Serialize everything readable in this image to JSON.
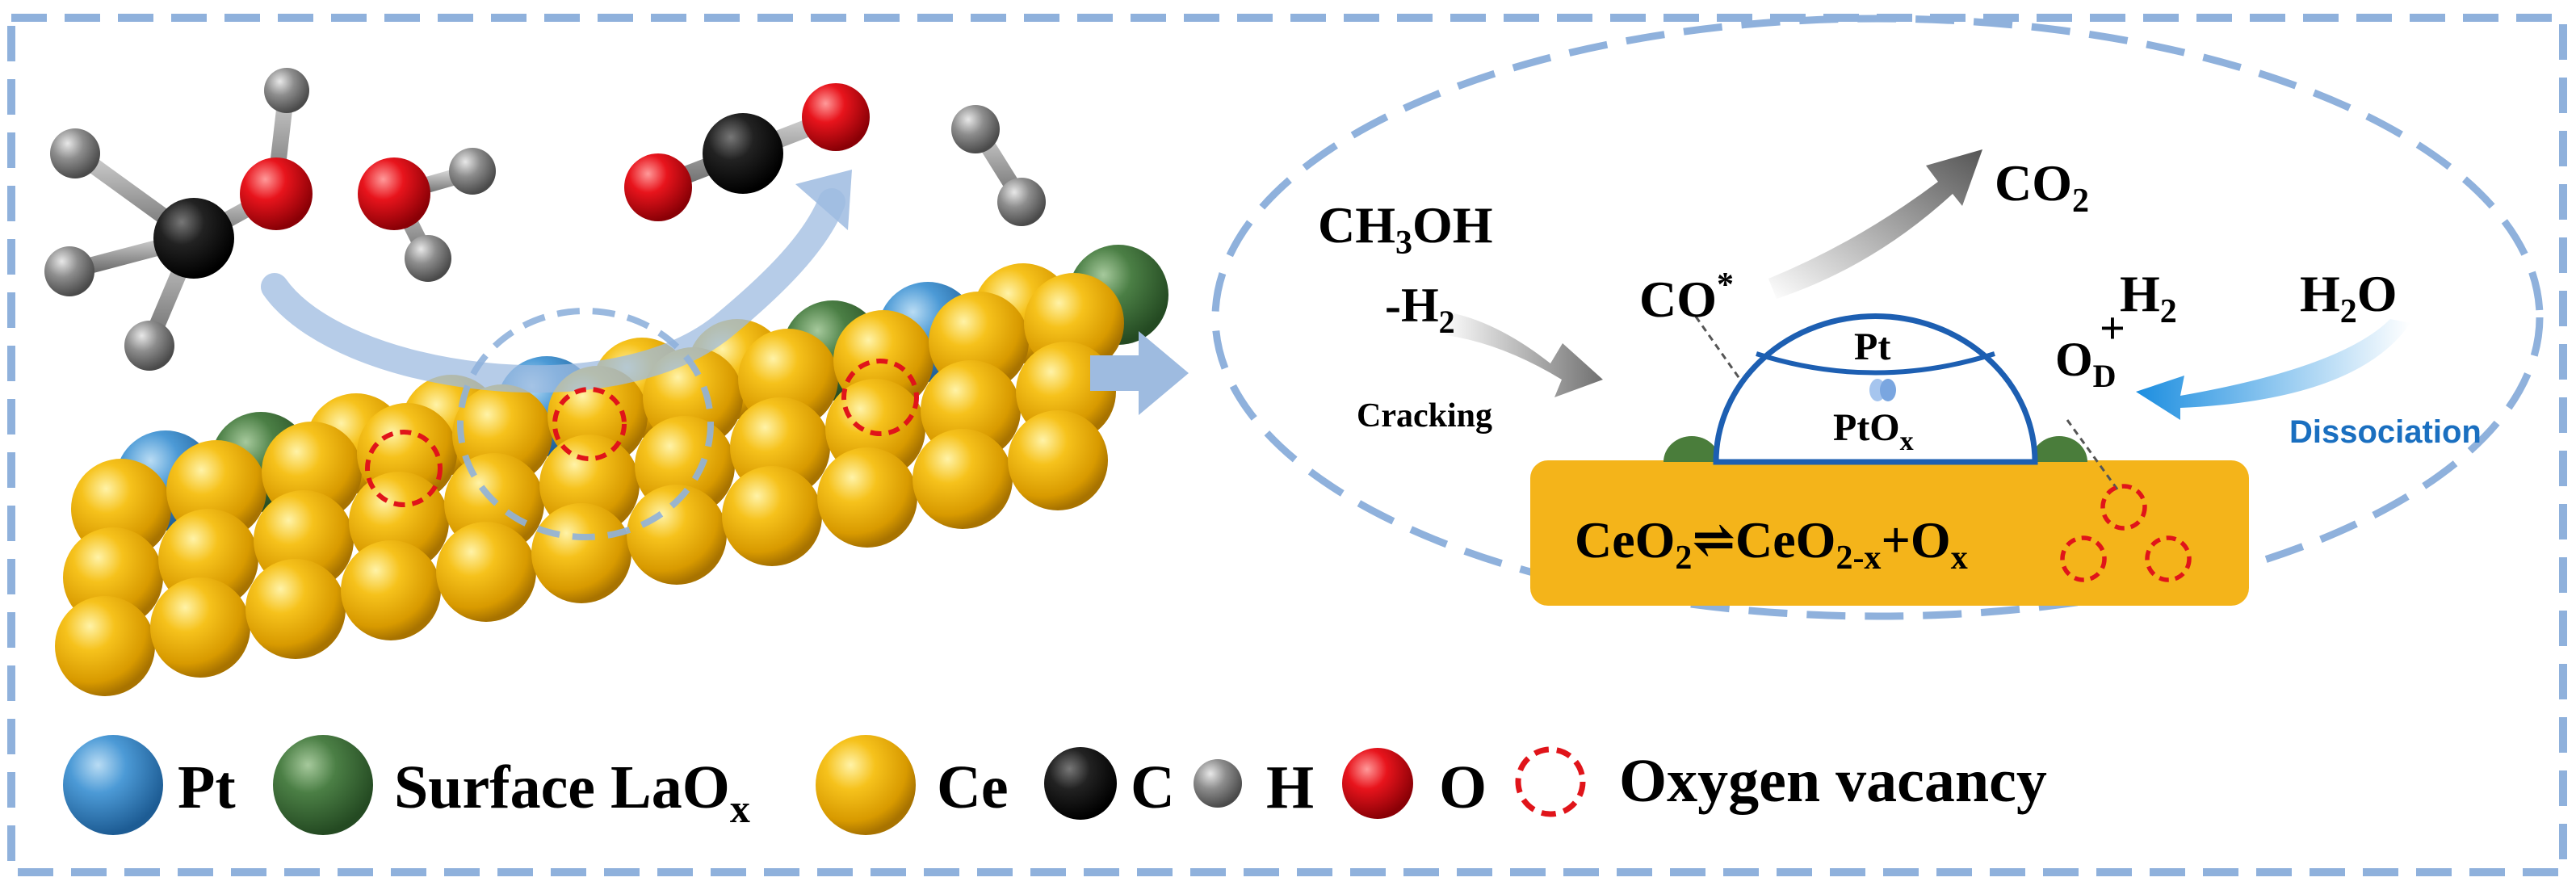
{
  "right_panel": {
    "ch3oh_main": "CH",
    "ch3oh_sub": "3",
    "ch3oh_tail": "OH",
    "minus_h2_main": "-H",
    "minus_h2_sub": "2",
    "cracking": "Cracking",
    "co_main": "CO",
    "co_sup": "*",
    "co2_main": "CO",
    "co2_sub": "2",
    "pt": "Pt",
    "ptox_main": "PtO",
    "ptox_sub": "x",
    "h2_main": "H",
    "h2_sub": "2",
    "od_main": "O",
    "od_sub": "D",
    "plus": "+",
    "h2o_h": "H",
    "h2o_sub": "2",
    "h2o_o": "O",
    "dissociation": "Dissociation",
    "eq_ceo2": "CeO",
    "eq_ceo2_sub": "2",
    "eq_arrow": "⇌",
    "eq_ceo2x": "CeO",
    "eq_ceo2x_sub": "2-x",
    "eq_plus_ox": "+O",
    "eq_ox_sub": "x"
  },
  "legend": {
    "pt": "Pt",
    "laox_main": "Surface LaO",
    "laox_sub": "x",
    "ce": "Ce",
    "c": "C",
    "h": "H",
    "o": "O",
    "vacancy": "Oxygen vacancy"
  },
  "colors": {
    "frame": "#8fb1dc",
    "ce": "#f2b40e",
    "pt": "#3b8fcf",
    "laox": "#3e7a3a",
    "carbon": "#111111",
    "hydrogen": "#8a8a8a",
    "oxygen": "#e0141a",
    "vacancy": "#e0141a",
    "support": "#f4b41a",
    "dissociation_text": "#1a6fc0"
  }
}
